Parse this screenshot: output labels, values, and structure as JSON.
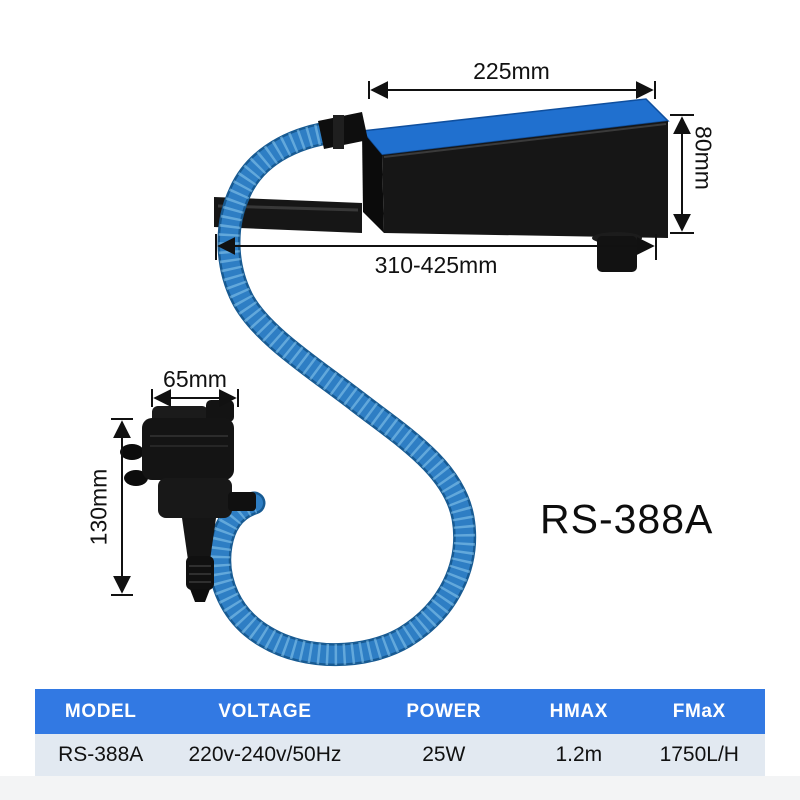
{
  "product": {
    "model": "RS-388A"
  },
  "dimensions": {
    "box_top_width": "225mm",
    "box_height": "80mm",
    "box_span": "310-425mm",
    "pump_width": "65mm",
    "pump_height": "130mm"
  },
  "spec_table": {
    "headers": [
      "MODEL",
      "VOLTAGE",
      "POWER",
      "HMAX",
      "FMaX"
    ],
    "values": [
      "RS-388A",
      "220v-240v/50Hz",
      "25W",
      "1.2m",
      "1750L/H"
    ]
  },
  "colors": {
    "table_header_bg": "#3279e3",
    "table_row_bg": "#e2e9f1",
    "hose_blue": "#2e7ec4",
    "box_top_blue": "#2070cf",
    "body_black": "#151515",
    "dimension_line": "#111111"
  }
}
